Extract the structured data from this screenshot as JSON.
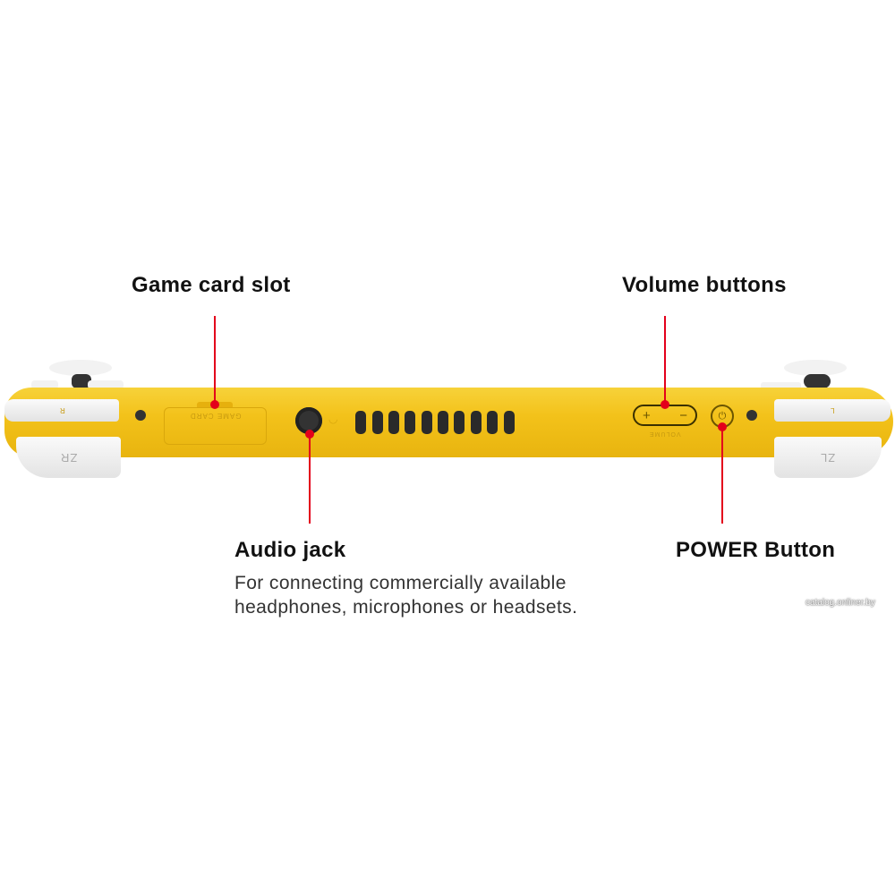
{
  "device": {
    "color": "#f5c518",
    "button_labels": {
      "r": "R",
      "zr": "ZR",
      "l": "L",
      "zl": "ZL",
      "game_card": "GAME CARD",
      "volume": "VOLUME",
      "plus": "+",
      "minus": "−"
    }
  },
  "callouts": {
    "game_card_slot": {
      "title": "Game card slot"
    },
    "volume_buttons": {
      "title": "Volume buttons"
    },
    "audio_jack": {
      "title": "Audio jack",
      "description_line1": "For connecting commercially available",
      "description_line2": "headphones, microphones or headsets."
    },
    "power_button": {
      "title": "POWER Button"
    }
  },
  "accent_color": "#e3001b",
  "watermark": "catalog.onliner.by"
}
